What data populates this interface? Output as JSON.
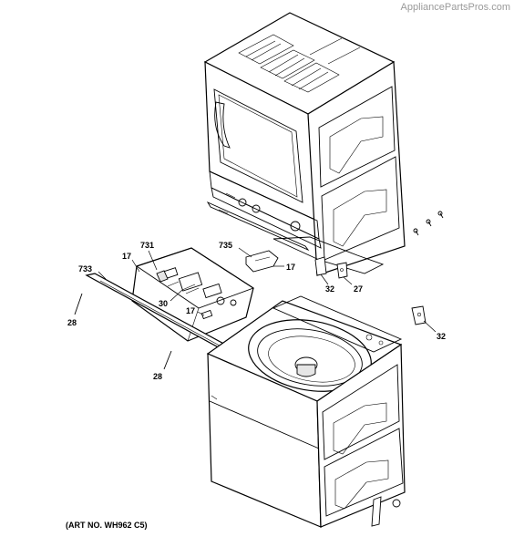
{
  "watermark": "AppliancePartsPros.com",
  "art_number": "(ART NO. WH962 C5)",
  "callouts": {
    "c731": "731",
    "c17a": "17",
    "c733": "733",
    "c30": "30",
    "c17b": "17",
    "c28a": "28",
    "c28b": "28",
    "c735": "735",
    "c17c": "17",
    "c32a": "32",
    "c27": "27",
    "c32b": "32"
  }
}
